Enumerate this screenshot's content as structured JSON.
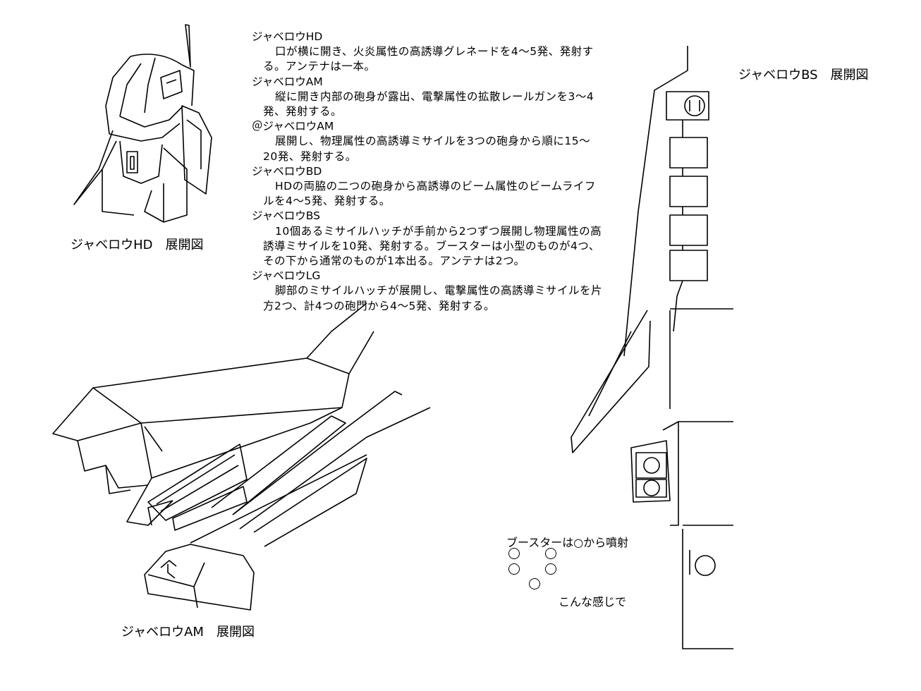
{
  "captions": {
    "hd": "ジャベロウHD　展開図",
    "am": "ジャベロウAM　展開図",
    "bs": "ジャベロウBS　展開図"
  },
  "notes": [
    {
      "name": "ジャベロウHD",
      "desc": "口が横に開き、火炎属性の高誘導グレネードを4～5発、発射する。アンテナは一本。"
    },
    {
      "name": "ジャベロウAM",
      "desc": "縦に開き内部の砲身が露出、電撃属性の拡散レールガンを3～4発、発射する。"
    },
    {
      "name": "＠ジャベロウAM",
      "desc": "展開し、物理属性の高誘導ミサイルを3つの砲身から順に15～20発、発射する。"
    },
    {
      "name": "ジャベロウBD",
      "desc": "HDの両脇の二つの砲身から高誘導のビーム属性のビームライフルを4～5発、発射する。"
    },
    {
      "name": "ジャベロウBS",
      "desc": "10個あるミサイルハッチが手前から2つずつ展開し物理属性の高誘導ミサイルを10発、発射する。ブースターは小型のものが4つ、その下から通常のものが1本出る。アンテナは2つ。"
    },
    {
      "name": "ジャベロウLG",
      "desc": "脚部のミサイルハッチが展開し、電撃属性の高誘導ミサイルを片方2つ、計4つの砲門から4～5発、発射する。"
    }
  ],
  "booster_note": {
    "title": "ブースターは○から噴射",
    "footer": "こんな感じで"
  },
  "icons": {
    "hd": "head-unit-sketch-icon",
    "am": "arm-unit-sketch-icon",
    "bs": "back-unit-sketch-icon",
    "nozzle": "booster-nozzle-circle-icon"
  }
}
